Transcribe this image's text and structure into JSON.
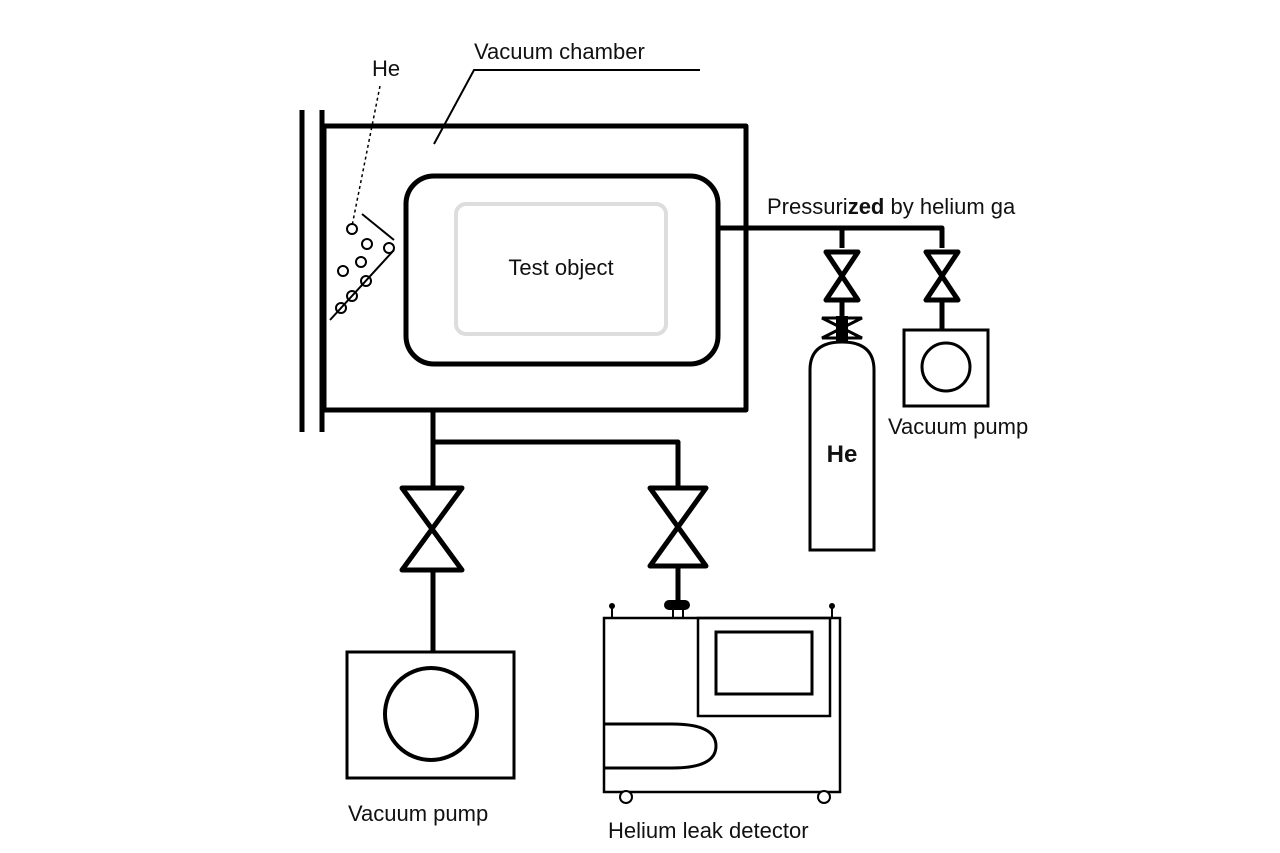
{
  "labels": {
    "helium_particles": "He",
    "vacuum_chamber": "Vacuum chamber",
    "test_object": "Test object",
    "pressurized_prefix": "Pressuri",
    "pressurized_bold": "zed",
    "pressurized_suffix": " by helium ga",
    "he_cylinder": "He",
    "vacuum_pump_right": "Vacuum pump",
    "vacuum_pump_bottom": "Vacuum pump",
    "leak_detector": "Helium leak detector"
  },
  "colors": {
    "line": "#000000",
    "background": "#ffffff",
    "test_object_inner": "#dddddd"
  }
}
